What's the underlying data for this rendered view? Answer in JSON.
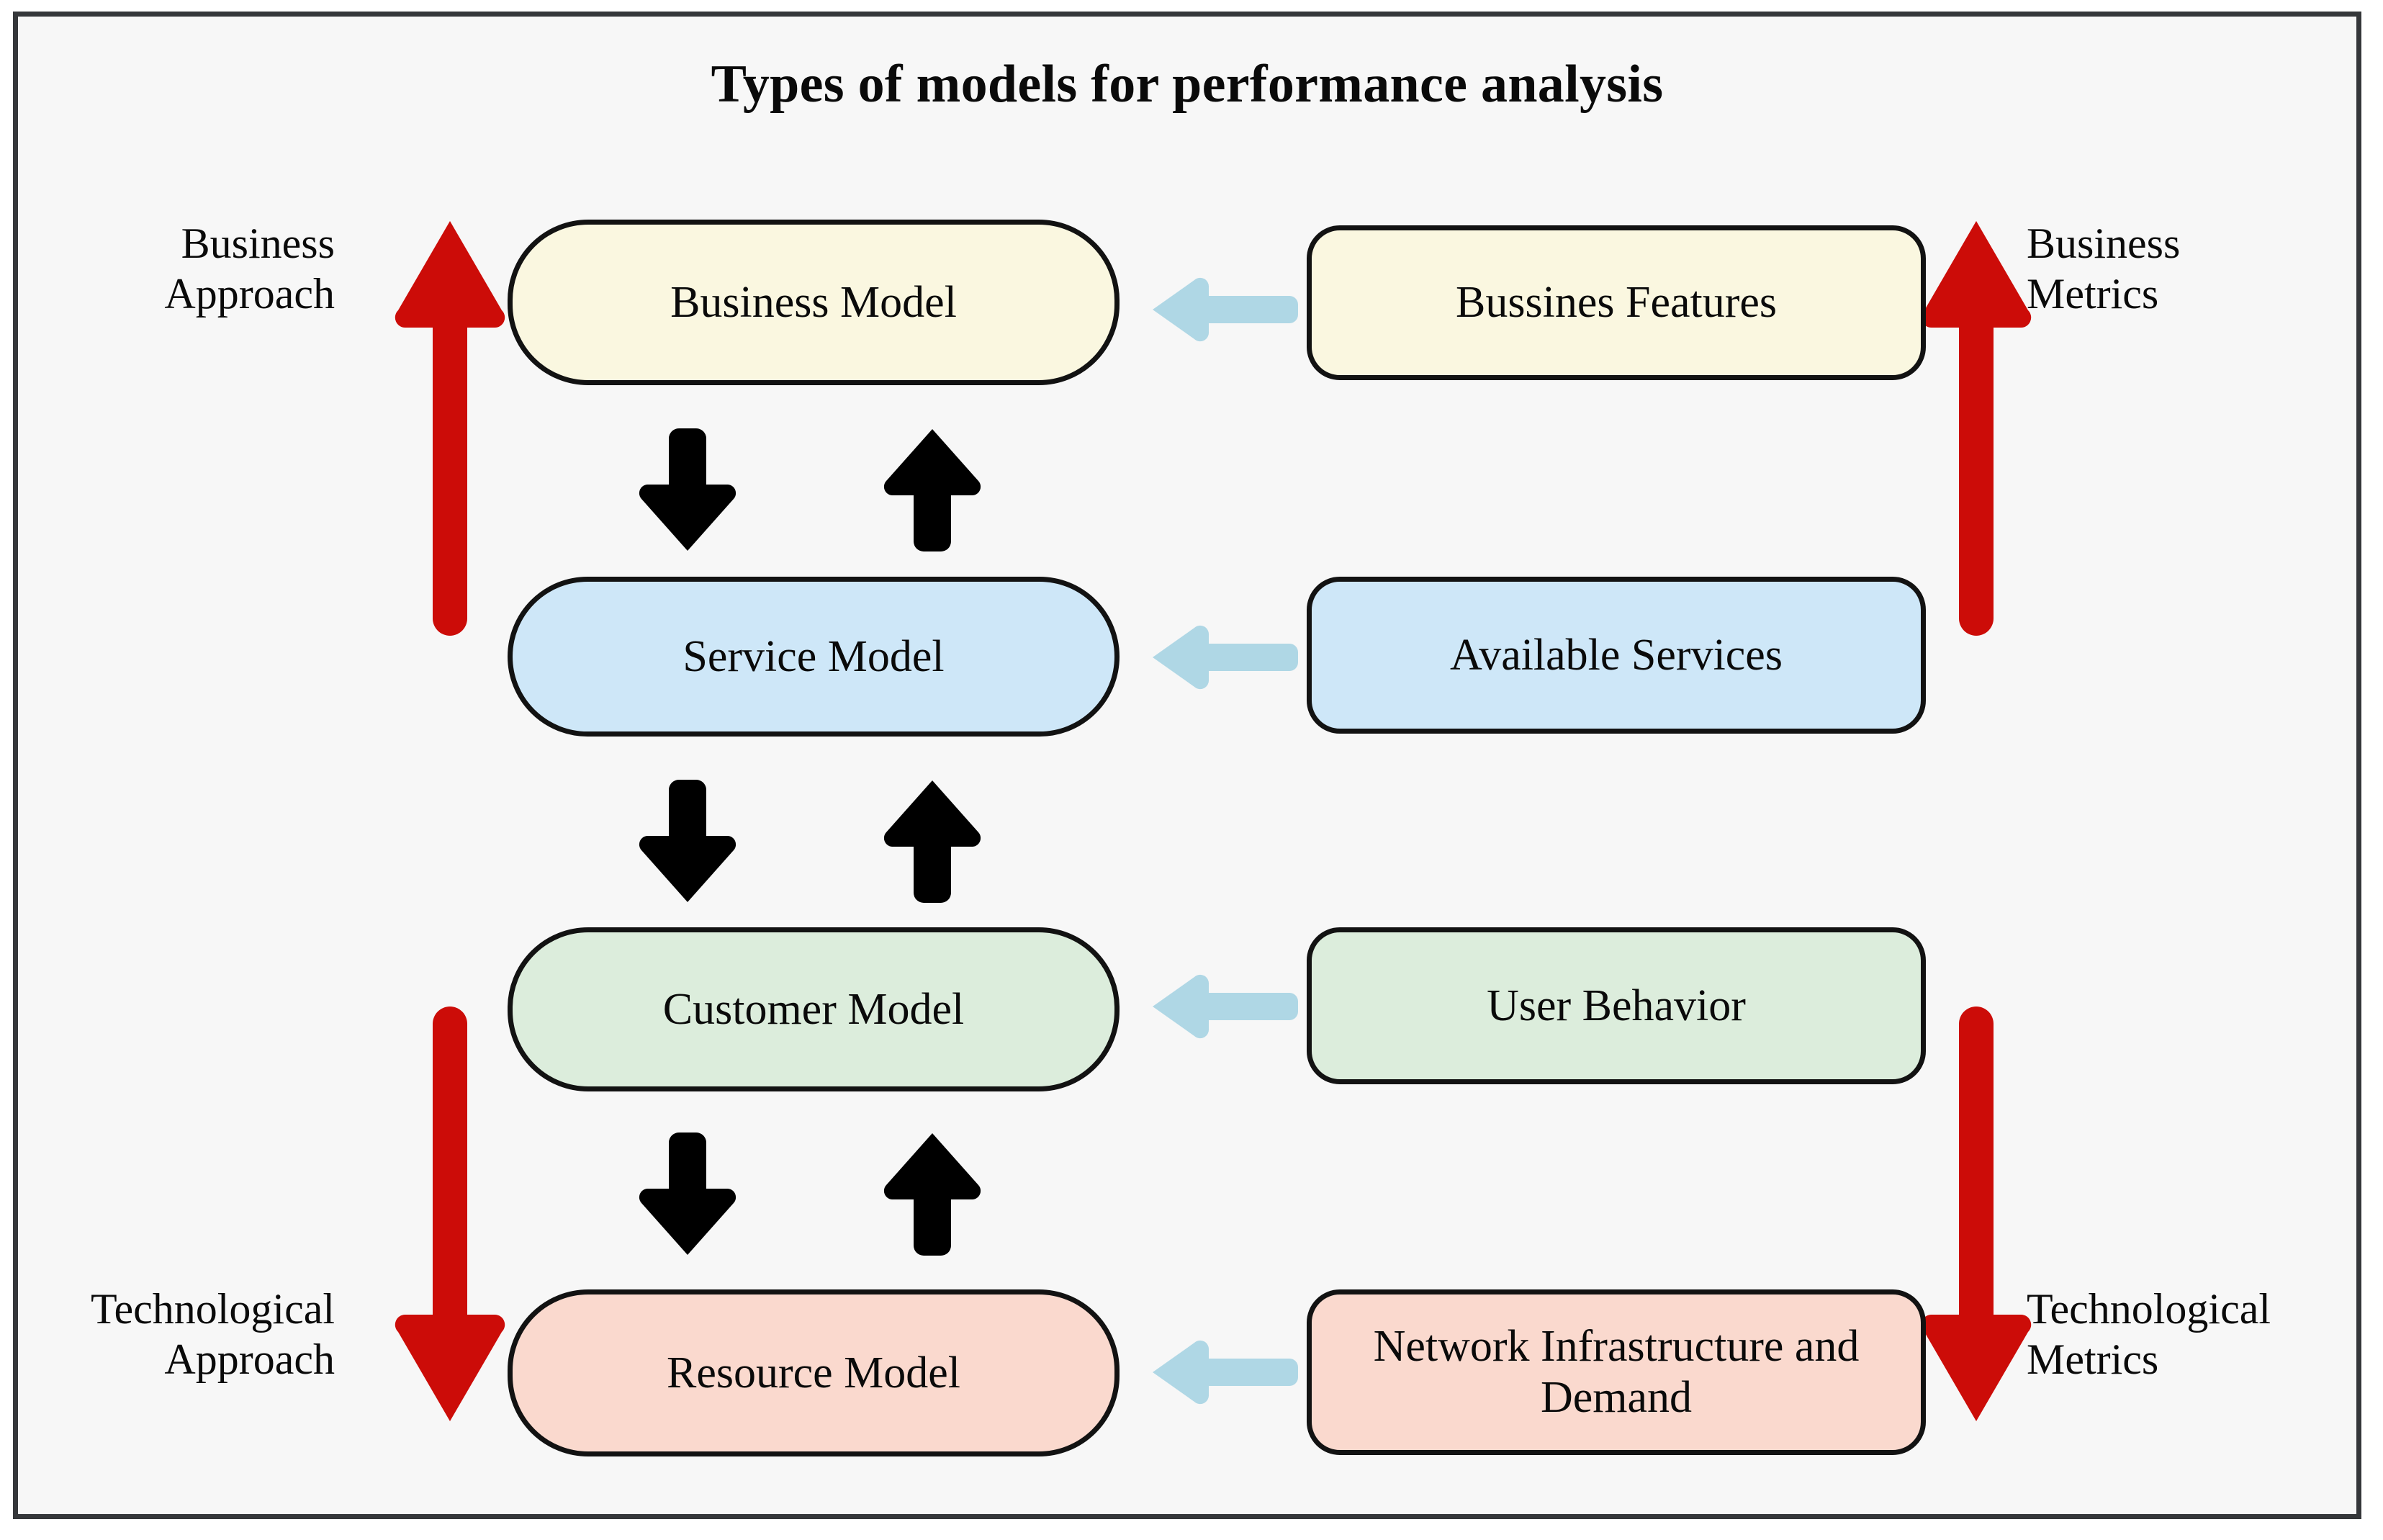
{
  "figure": {
    "title": "Types of models for performance analysis",
    "background_color": "#F7F7F7",
    "frame_color": "#35373A"
  },
  "colors": {
    "business_fill": "#FAF7E0",
    "service_fill": "#CEE7F8",
    "customer_fill": "#DCEDDC",
    "resource_fill": "#FAD9CE",
    "node_border": "#121212",
    "red_arrow": "#CC0C08",
    "blue_arrow": "#AFD7E5",
    "black_arrow": "#000000",
    "text": "#0A0A0A"
  },
  "rows": [
    {
      "key": "business",
      "model_label": "Business Model",
      "input_label": "Bussines Features",
      "fill": "#FAF7E0"
    },
    {
      "key": "service",
      "model_label": "Service Model",
      "input_label": "Available Services",
      "fill": "#CEE7F8"
    },
    {
      "key": "customer",
      "model_label": "Customer Model",
      "input_label": "User Behavior",
      "fill": "#DCEDDC"
    },
    {
      "key": "resource",
      "model_label": "Resource Model",
      "input_label": "Network Infrastructure\nand Demand",
      "fill": "#FAD9CE"
    }
  ],
  "side_labels": {
    "top_left": "Business\nApproach",
    "bottom_left": "Technological\nApproach",
    "top_right": "Business\nMetrics",
    "bottom_right": "Technological\nMetrics"
  },
  "arrows": {
    "red_up_left": "red-up-arrow",
    "red_up_right": "red-up-arrow",
    "red_down_left": "red-down-arrow",
    "red_down_right": "red-down-arrow",
    "blue_left_business": "blue-left-arrow",
    "blue_left_service": "blue-left-arrow",
    "blue_left_customer": "blue-left-arrow",
    "blue_left_resource": "blue-left-arrow",
    "black_down": "black-down-arrow",
    "black_up": "black-up-arrow"
  },
  "chart_data": {
    "type": "diagram",
    "title": "Types of models for performance analysis",
    "nodes": [
      {
        "id": "business-model",
        "label": "Business Model",
        "column": "left",
        "row": 1,
        "fill": "#FAF7E0",
        "shape": "pill"
      },
      {
        "id": "bussines-features",
        "label": "Bussines Features",
        "column": "right",
        "row": 1,
        "fill": "#FAF7E0",
        "shape": "rounded-rect"
      },
      {
        "id": "service-model",
        "label": "Service Model",
        "column": "left",
        "row": 2,
        "fill": "#CEE7F8",
        "shape": "pill"
      },
      {
        "id": "available-services",
        "label": "Available Services",
        "column": "right",
        "row": 2,
        "fill": "#CEE7F8",
        "shape": "rounded-rect"
      },
      {
        "id": "customer-model",
        "label": "Customer Model",
        "column": "left",
        "row": 3,
        "fill": "#DCEDDC",
        "shape": "pill"
      },
      {
        "id": "user-behavior",
        "label": "User Behavior",
        "column": "right",
        "row": 3,
        "fill": "#DCEDDC",
        "shape": "rounded-rect"
      },
      {
        "id": "resource-model",
        "label": "Resource Model",
        "column": "left",
        "row": 4,
        "fill": "#FAD9CE",
        "shape": "pill"
      },
      {
        "id": "network-infrastructure-and-demand",
        "label": "Network Infrastructure and Demand",
        "column": "right",
        "row": 4,
        "fill": "#FAD9CE",
        "shape": "rounded-rect"
      }
    ],
    "edges": [
      {
        "from": "bussines-features",
        "to": "business-model",
        "color": "#AFD7E5",
        "direction": "left"
      },
      {
        "from": "available-services",
        "to": "service-model",
        "color": "#AFD7E5",
        "direction": "left"
      },
      {
        "from": "user-behavior",
        "to": "customer-model",
        "color": "#AFD7E5",
        "direction": "left"
      },
      {
        "from": "network-infrastructure-and-demand",
        "to": "resource-model",
        "color": "#AFD7E5",
        "direction": "left"
      },
      {
        "from": "business-model",
        "to": "service-model",
        "color": "#000000",
        "direction": "down"
      },
      {
        "from": "service-model",
        "to": "business-model",
        "color": "#000000",
        "direction": "up"
      },
      {
        "from": "service-model",
        "to": "customer-model",
        "color": "#000000",
        "direction": "down"
      },
      {
        "from": "customer-model",
        "to": "service-model",
        "color": "#000000",
        "direction": "up"
      },
      {
        "from": "customer-model",
        "to": "resource-model",
        "color": "#000000",
        "direction": "down"
      },
      {
        "from": "resource-model",
        "to": "customer-model",
        "color": "#000000",
        "direction": "up"
      }
    ],
    "annotations": [
      {
        "text": "Business Approach",
        "position": "top-left",
        "arrow": "up",
        "arrow_color": "#CC0C08"
      },
      {
        "text": "Technological Approach",
        "position": "bottom-left",
        "arrow": "down",
        "arrow_color": "#CC0C08"
      },
      {
        "text": "Business Metrics",
        "position": "top-right",
        "arrow": "up",
        "arrow_color": "#CC0C08"
      },
      {
        "text": "Technological Metrics",
        "position": "bottom-right",
        "arrow": "down",
        "arrow_color": "#CC0C08"
      }
    ]
  }
}
